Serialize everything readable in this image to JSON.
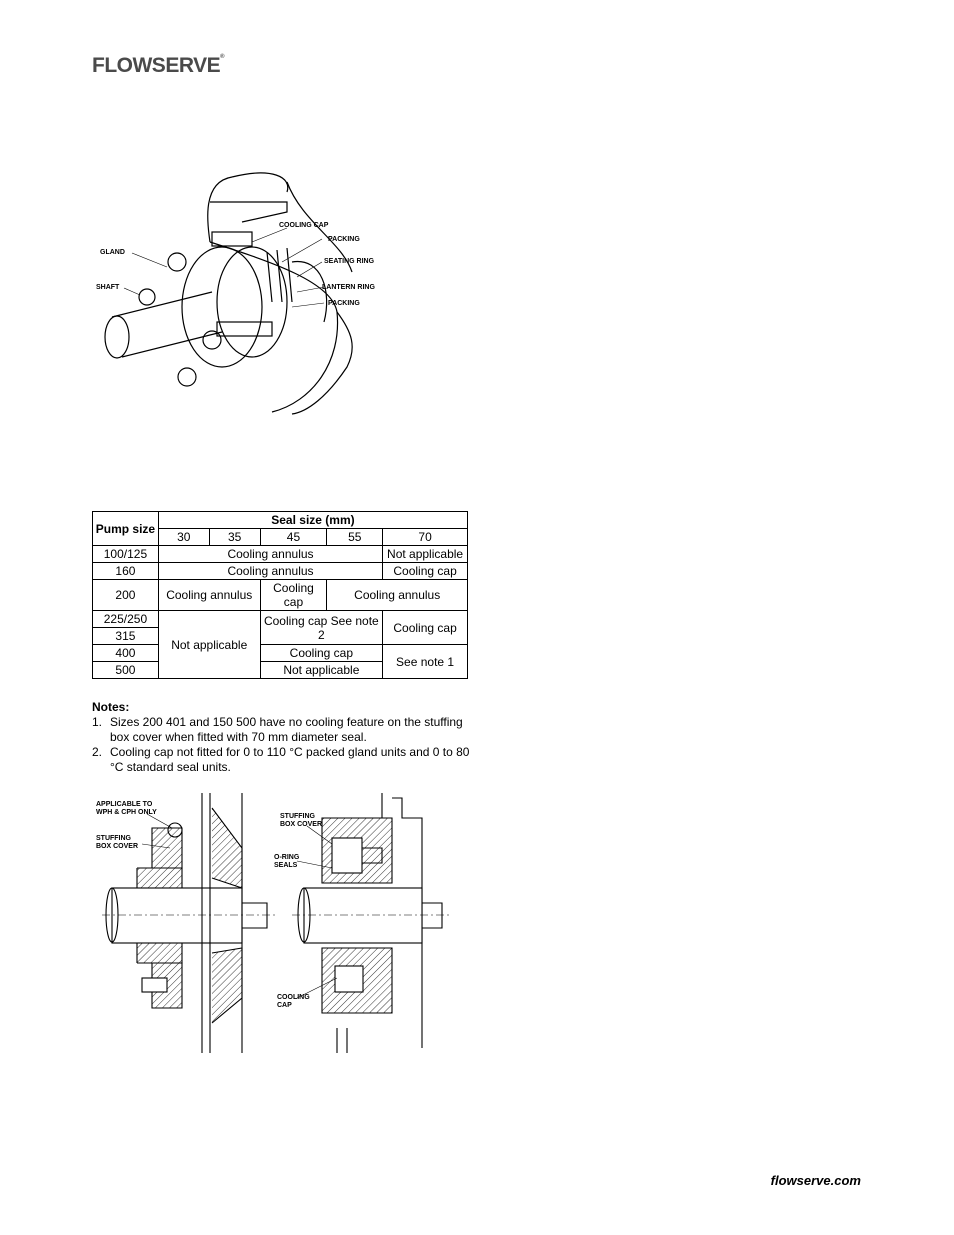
{
  "header": {
    "logo_text": "FLOWSERVE",
    "logo_mark": "®"
  },
  "figure_top": {
    "labels": {
      "cooling_cap": "COOLING CAP",
      "packing_1": "PACKING",
      "seating_ring": "SEATING RING",
      "lantern_ring": "LANTERN RING",
      "packing_2": "PACKING",
      "gland": "GLAND",
      "shaft": "SHAFT"
    }
  },
  "table": {
    "pump_size_header": "Pump size",
    "seal_size_header": "Seal size (mm)",
    "seal_sizes": [
      "30",
      "35",
      "45",
      "55",
      "70"
    ],
    "rows": {
      "r100": {
        "pump": "100/125",
        "a": "Cooling annulus",
        "b": "Not applicable"
      },
      "r160": {
        "pump": "160",
        "a": "Cooling annulus",
        "b": "Cooling cap"
      },
      "r200": {
        "pump": "200",
        "a": "Cooling annulus",
        "b": "Cooling cap",
        "c": "Cooling annulus"
      },
      "r225": {
        "pump": "225/250",
        "a": "Not applicable",
        "b": "Cooling cap See note 2",
        "c": "Cooling cap"
      },
      "r315": {
        "pump": "315"
      },
      "r400": {
        "pump": "400",
        "b": "Cooling cap",
        "c": "See note 1"
      },
      "r500": {
        "pump": "500",
        "b": "Not applicable"
      }
    }
  },
  "notes": {
    "heading": "Notes:",
    "items": [
      {
        "num": "1.",
        "text": "Sizes 200 401 and 150 500 have no cooling feature on the stuffing box cover when fitted with 70 mm diameter seal."
      },
      {
        "num": "2.",
        "text": "Cooling cap not fitted for 0 to 110 °C packed gland units and 0 to 80 °C standard seal units."
      }
    ]
  },
  "figure_bottom": {
    "labels": {
      "applicable_1": "APPLICABLE TO",
      "applicable_2": "WPH & CPH ONLY",
      "stuffing_left_1": "STUFFING",
      "stuffing_left_2": "BOX COVER",
      "stuffing_right_1": "STUFFING",
      "stuffing_right_2": "BOX COVER",
      "oring_1": "O-RING",
      "oring_2": "SEALS",
      "cooling_1": "COOLING",
      "cooling_2": "CAP"
    }
  },
  "footer": {
    "site": "flowserve.com"
  }
}
